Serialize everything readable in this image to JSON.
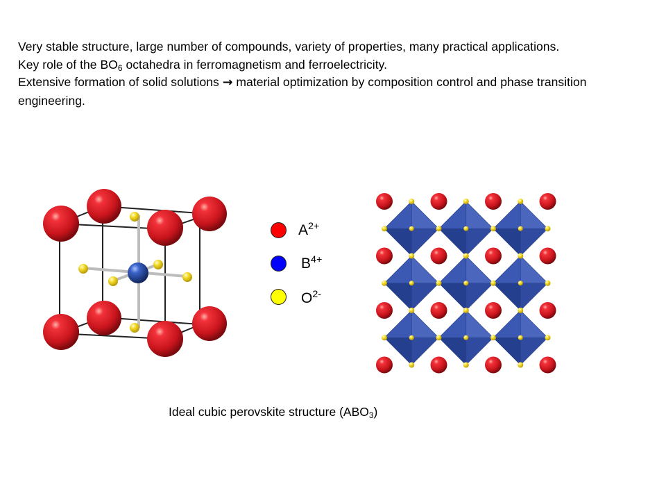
{
  "intro": {
    "line1": "Very stable structure, large number of compounds, variety of properties, many practical applications.",
    "line2_pre": "Key role of the BO",
    "line2_sub": "6",
    "line2_post": " octahedra in ferromagnetism and ferroelectricity.",
    "line3_pre": "Extensive formation of solid solutions ",
    "line3_arrow": "→",
    "line3_post": " material optimization by composition control and phase transition engineering."
  },
  "legend": [
    {
      "ion": "A",
      "charge": "2+",
      "color": "#ff0000"
    },
    {
      "ion": "B",
      "charge": "4+",
      "color": "#0000ff"
    },
    {
      "ion": "O",
      "charge": "2-",
      "color": "#ffff00"
    }
  ],
  "caption": {
    "pre": "Ideal cubic perovskite structure (ABO",
    "sub": "3",
    "post": ")"
  },
  "colors": {
    "a_site": "#d6191f",
    "b_site": "#2b4fa3",
    "o_site": "#f2d21b",
    "octahedron": "#3550a8"
  }
}
